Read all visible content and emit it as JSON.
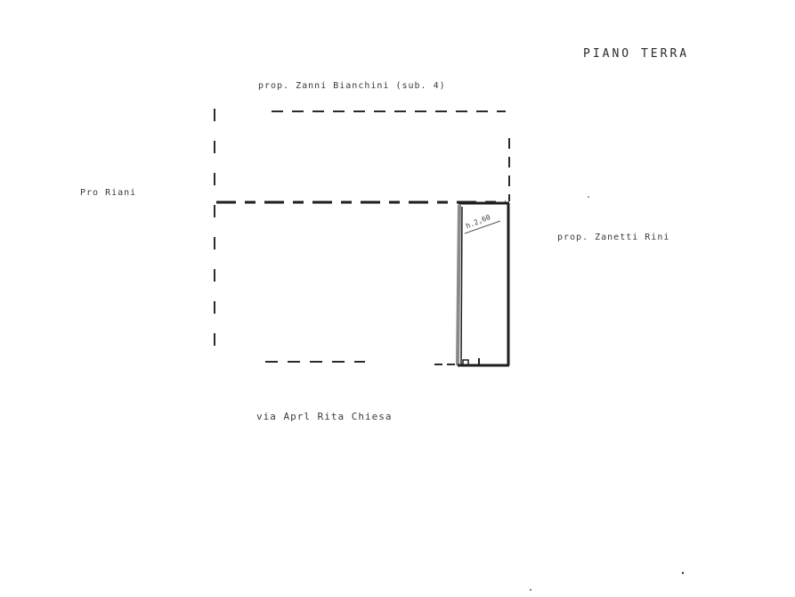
{
  "plan": {
    "title": "PIANO TERRA",
    "top_label": "prop. Zanni Bianchini (sub. 4)",
    "left_label": "Pro Riani",
    "right_label": "prop. Zanetti Rini",
    "bottom_label": "via Aprl Rita Chiesa",
    "room_label": "h.2,60"
  },
  "colors": {
    "ink": "#2a2a2a",
    "wall": "#1f1f1f",
    "wall_grey": "#8a8a8a"
  }
}
